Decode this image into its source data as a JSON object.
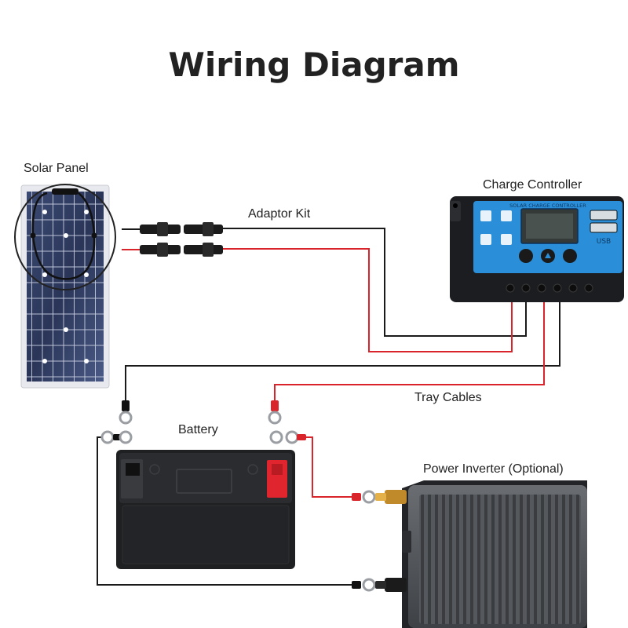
{
  "title": "Wiring Diagram",
  "labels": {
    "solar_panel": "Solar Panel",
    "adaptor_kit": "Adaptor Kit",
    "charge_controller": "Charge Controller",
    "tray_cables": "Tray Cables",
    "battery": "Battery",
    "power_inverter": "Power Inverter (Optional)"
  },
  "controller": {
    "header_text": "SOLAR CHARGE CONTROLLER",
    "usb_text": "USB"
  },
  "colors": {
    "positive_wire": "#d8242a",
    "negative_wire": "#1a1a1a",
    "controller_blue": "#2a8fd8",
    "battery_terminal_red": "#e0252e"
  }
}
